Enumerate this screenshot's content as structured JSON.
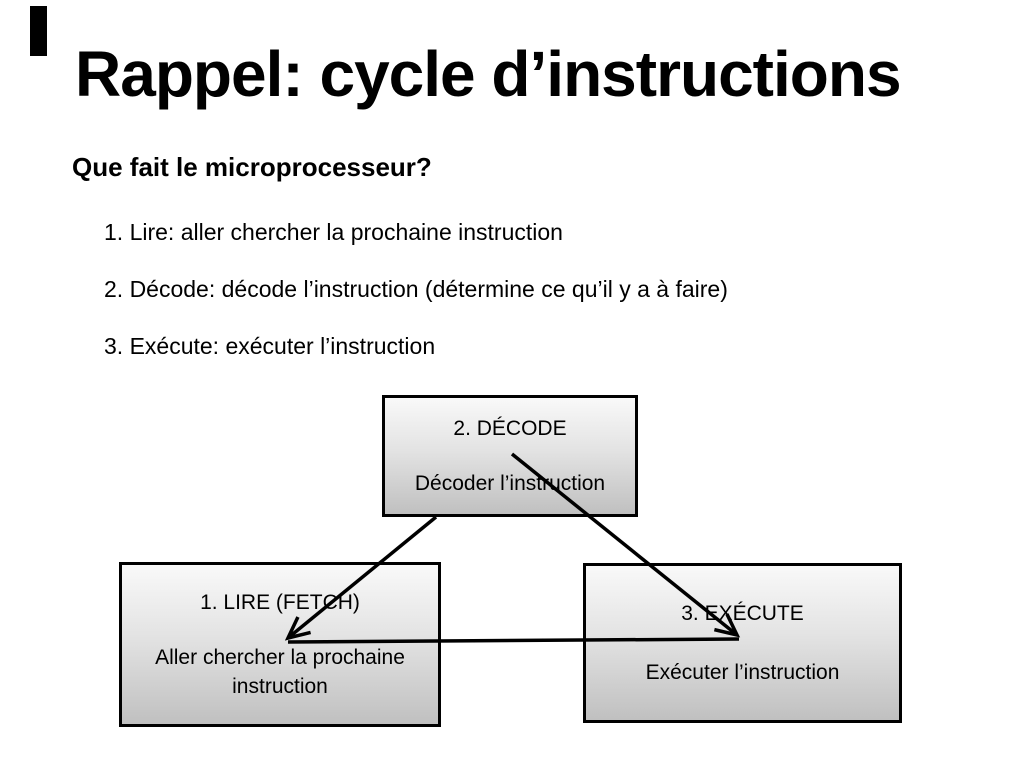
{
  "slide": {
    "title": "Rappel: cycle d’instructions",
    "subtitle": "Que fait le microprocesseur?",
    "list_items": [
      "1. Lire: aller chercher la prochaine instruction",
      "2. Décode: décode l’instruction (détermine ce qu’il y a à faire)",
      "3. Exécute: exécuter l’instruction"
    ],
    "diagram": {
      "decode_box": {
        "title": "2. DÉCODE",
        "caption": "Décoder l’instruction"
      },
      "lire_box": {
        "title": "1. LIRE (FETCH)",
        "caption": "Aller chercher la prochaine instruction"
      },
      "execute_box": {
        "title": "3. EXÉCUTE",
        "caption": "Exécuter l’instruction"
      }
    },
    "colors": {
      "background": "#ffffff",
      "text": "#000000",
      "box_border": "#000000",
      "box_gradient_top": "#f9f9f9",
      "box_gradient_bottom": "#c0c0c0",
      "connector": "#000000",
      "accent_bar": "#000000"
    }
  }
}
